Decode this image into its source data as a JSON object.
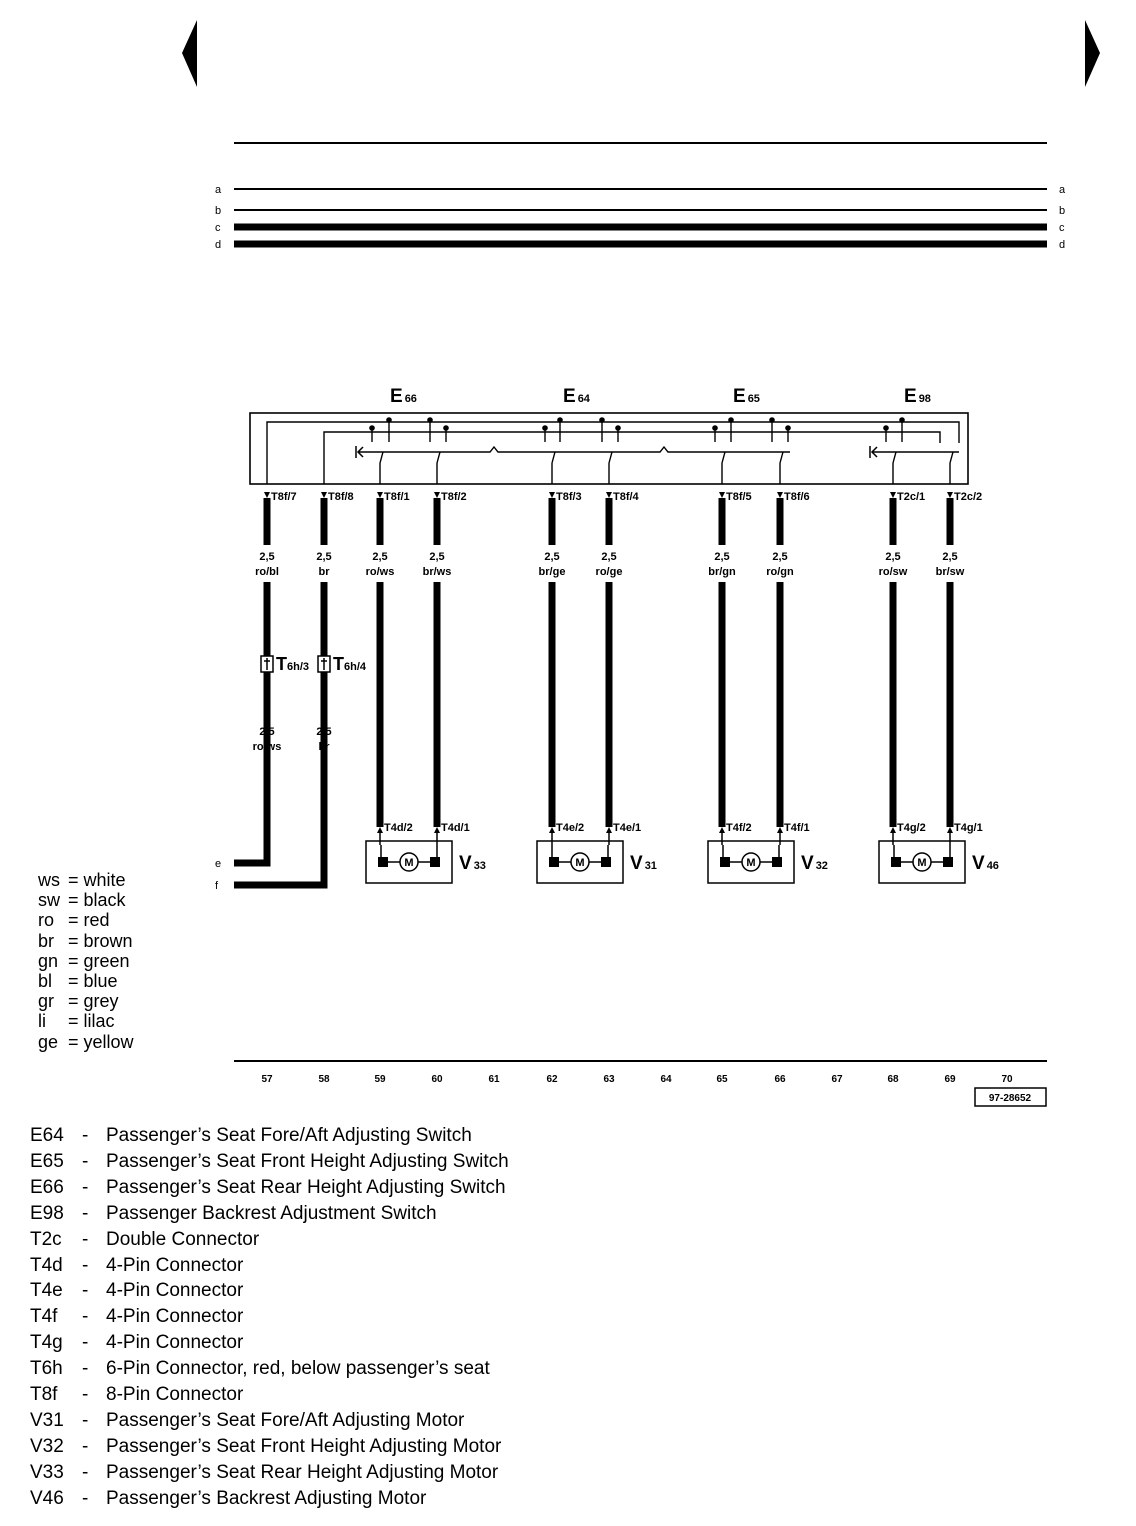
{
  "busbars": [
    {
      "label": "a"
    },
    {
      "label": "b"
    },
    {
      "label": "c"
    },
    {
      "label": "d"
    }
  ],
  "switches": [
    {
      "letter": "E",
      "sub": "66"
    },
    {
      "letter": "E",
      "sub": "64"
    },
    {
      "letter": "E",
      "sub": "65"
    },
    {
      "letter": "E",
      "sub": "98"
    }
  ],
  "wires": [
    {
      "track": "57",
      "pin": "T8f/7",
      "size": "2,5",
      "color": "ro/bl",
      "lower_size": "2,5",
      "lower_color": "ro/ws",
      "connector": "T",
      "connector_sub": "6h/3",
      "end": "e"
    },
    {
      "track": "58",
      "pin": "T8f/8",
      "size": "2,5",
      "color": "br",
      "lower_size": "2,5",
      "lower_color": "br",
      "connector": "T",
      "connector_sub": "6h/4",
      "end": "f"
    },
    {
      "track": "59",
      "pin": "T8f/1",
      "size": "2,5",
      "color": "ro/ws",
      "motor_pin": "T4d/2"
    },
    {
      "track": "60",
      "pin": "T8f/2",
      "size": "2,5",
      "color": "br/ws",
      "motor_pin": "T4d/1"
    },
    {
      "track": "62",
      "pin": "T8f/3",
      "size": "2,5",
      "color": "br/ge",
      "motor_pin": "T4e/2"
    },
    {
      "track": "63",
      "pin": "T8f/4",
      "size": "2,5",
      "color": "ro/ge",
      "motor_pin": "T4e/1"
    },
    {
      "track": "65",
      "pin": "T8f/5",
      "size": "2,5",
      "color": "br/gn",
      "motor_pin": "T4f/2"
    },
    {
      "track": "66",
      "pin": "T8f/6",
      "size": "2,5",
      "color": "ro/gn",
      "motor_pin": "T4f/1"
    },
    {
      "track": "68",
      "pin": "T2c/1",
      "size": "2,5",
      "color": "ro/sw",
      "motor_pin": "T4g/2"
    },
    {
      "track": "69",
      "pin": "T2c/2",
      "size": "2,5",
      "color": "br/sw",
      "motor_pin": "T4g/1"
    }
  ],
  "motors": [
    {
      "letter": "V",
      "sub": "33",
      "symbol": "M"
    },
    {
      "letter": "V",
      "sub": "31",
      "symbol": "M"
    },
    {
      "letter": "V",
      "sub": "32",
      "symbol": "M"
    },
    {
      "letter": "V",
      "sub": "46",
      "symbol": "M"
    }
  ],
  "track_numbers": [
    "57",
    "58",
    "59",
    "60",
    "61",
    "62",
    "63",
    "64",
    "65",
    "66",
    "67",
    "68",
    "69",
    "70"
  ],
  "figure_code": "97-28652",
  "color_legend": [
    {
      "code": "ws",
      "name": "white"
    },
    {
      "code": "sw",
      "name": "black"
    },
    {
      "code": "ro",
      "name": "red"
    },
    {
      "code": "br",
      "name": "brown"
    },
    {
      "code": "gn",
      "name": "green"
    },
    {
      "code": "bl",
      "name": "blue"
    },
    {
      "code": "gr",
      "name": "grey"
    },
    {
      "code": "li",
      "name": "lilac"
    },
    {
      "code": "ge",
      "name": "yellow"
    }
  ],
  "component_key": [
    {
      "code": "E64",
      "desc": "Passenger’s Seat Fore/Aft Adjusting Switch"
    },
    {
      "code": "E65",
      "desc": "Passenger’s Seat Front Height Adjusting Switch"
    },
    {
      "code": "E66",
      "desc": "Passenger’s Seat Rear Height Adjusting Switch"
    },
    {
      "code": "E98",
      "desc": "Passenger Backrest Adjustment Switch"
    },
    {
      "code": "T2c",
      "desc": "Double Connector"
    },
    {
      "code": "T4d",
      "desc": "4-Pin Connector"
    },
    {
      "code": "T4e",
      "desc": "4-Pin Connector"
    },
    {
      "code": "T4f",
      "desc": "4-Pin Connector"
    },
    {
      "code": "T4g",
      "desc": "4-Pin Connector"
    },
    {
      "code": "T6h",
      "desc": "6-Pin Connector, red, below passenger’s seat"
    },
    {
      "code": "T8f",
      "desc": "8-Pin Connector"
    },
    {
      "code": "V31",
      "desc": "Passenger’s Seat Fore/Aft Adjusting Motor"
    },
    {
      "code": "V32",
      "desc": "Passenger’s Seat Front Height Adjusting Motor"
    },
    {
      "code": "V33",
      "desc": "Passenger’s Seat Rear Height Adjusting Motor"
    },
    {
      "code": "V46",
      "desc": "Passenger’s Backrest Adjusting Motor"
    }
  ]
}
